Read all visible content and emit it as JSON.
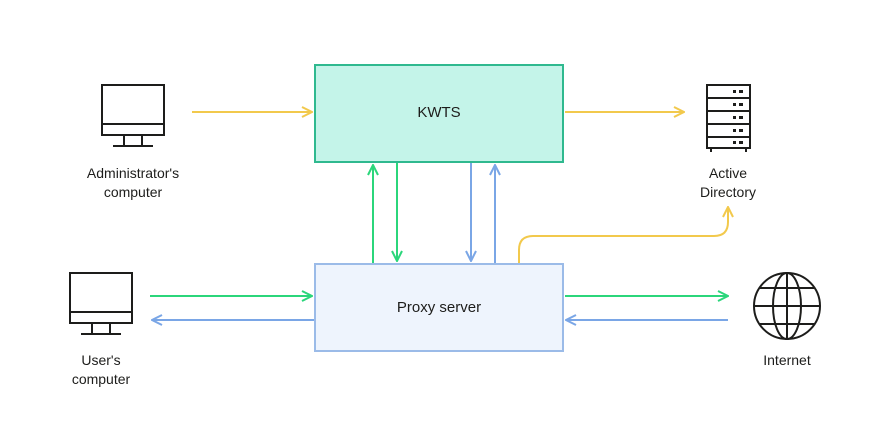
{
  "nodes": {
    "kwts": {
      "label": "KWTS"
    },
    "proxy": {
      "label": "Proxy server"
    },
    "admin_computer": {
      "label": "Administrator's\ncomputer"
    },
    "active_directory": {
      "label": "Active\nDirectory"
    },
    "user_computer": {
      "label": "User's\ncomputer"
    },
    "internet": {
      "label": "Internet"
    }
  },
  "colors": {
    "yellow": "#f2c94c",
    "green": "#2bd67b",
    "blue": "#7aa6e6",
    "kwts_fill": "#c4f4e9",
    "kwts_border": "#2fb98f",
    "proxy_fill": "#eef4fd",
    "proxy_border": "#9bbbe8",
    "icon": "#1d1d1b"
  },
  "icons": [
    "monitor-icon",
    "server-rack-icon",
    "globe-icon"
  ]
}
